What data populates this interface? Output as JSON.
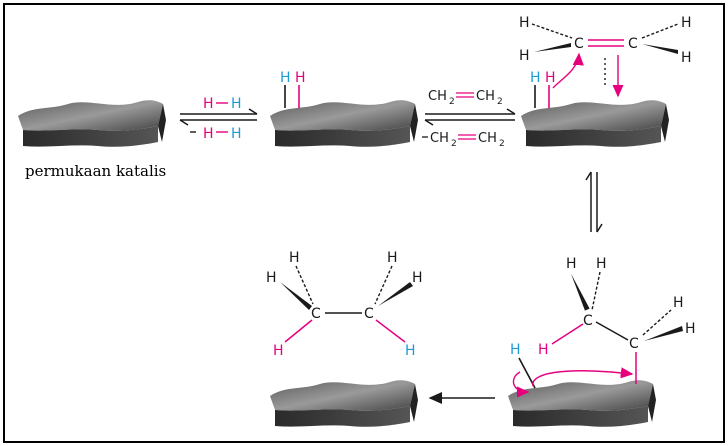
{
  "surface_label": "permukaan katalis",
  "atoms": {
    "H": "H",
    "C": "C"
  },
  "step1": {
    "forward_left": "H",
    "forward_bond": "–",
    "forward_right": "H",
    "reverse_bond_left": "–",
    "reverse_left": "H",
    "reverse_bond": "–",
    "reverse_right": "H"
  },
  "step2": {
    "forward": "CH₂═CH₂",
    "reverse": "–CH₂═CH₂",
    "forward_a": "CH",
    "forward_a_sub": "2",
    "forward_b": "CH",
    "forward_b_sub": "2"
  },
  "colors": {
    "magenta": "#e6007e",
    "cyan": "#1e9bd7",
    "black": "#1a1a1a",
    "frame": "#000000"
  }
}
